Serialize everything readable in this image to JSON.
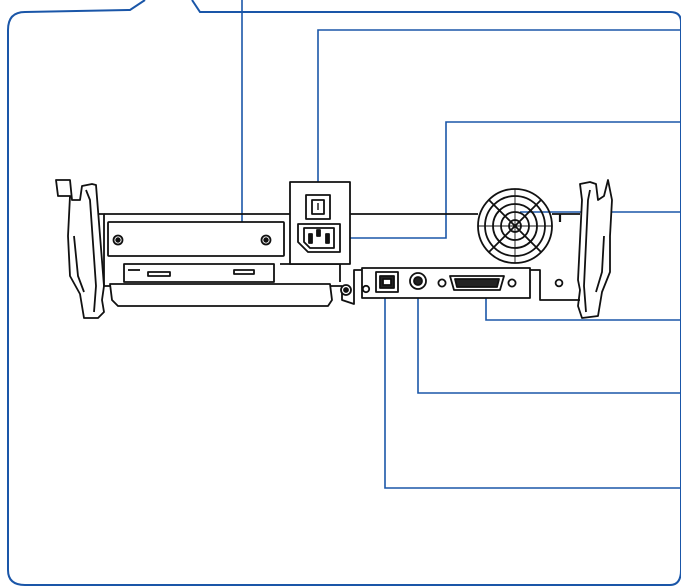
{
  "colors": {
    "callout_frame": "#1a56a8",
    "line_art": "#111111",
    "fill": "#ffffff",
    "port_fill": "#222222"
  },
  "callouts": [
    {
      "id": "expansion-slot",
      "label": ""
    },
    {
      "id": "power-switch",
      "label": ""
    },
    {
      "id": "ac-inlet",
      "label": ""
    },
    {
      "id": "cooling-fan",
      "label": ""
    },
    {
      "id": "parallel-port",
      "label": ""
    },
    {
      "id": "small-round-port",
      "label": ""
    },
    {
      "id": "usb-port",
      "label": ""
    }
  ],
  "components": {
    "left_handle": "left-handle",
    "right_handle": "right-handle",
    "expansion_plate": "expansion-plate",
    "power_switch": "power-switch",
    "ac_inlet": "ac-inlet",
    "fan_grille": "fan-grille",
    "interface_panel": "interface-panel",
    "usb_port": "usb-port",
    "round_port": "round-port",
    "parallel_port": "parallel-port"
  }
}
